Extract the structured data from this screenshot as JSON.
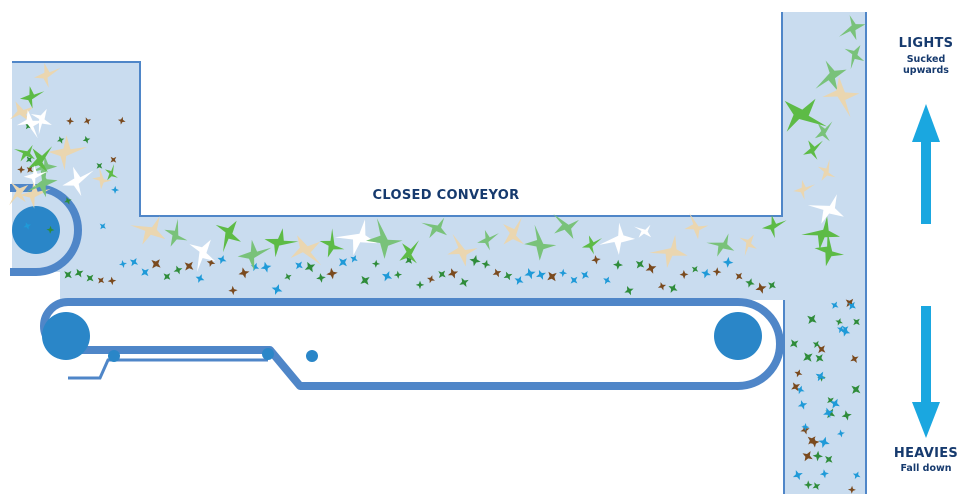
{
  "labels": {
    "conveyor": "CLOSED CONVEYOR",
    "lights_title": "LIGHTS",
    "lights_sub": "Sucked upwards",
    "heavies_title": "HEAVIES",
    "heavies_sub": "Fall down"
  },
  "colors": {
    "duct_fill": "#c9dcef",
    "duct_edge": "#4f86c8",
    "belt": "#4f86c8",
    "roller": "#2a86c8",
    "arrow": "#1aa7e0",
    "text": "#163a6e",
    "light_particles": [
      "#5dbb46",
      "#79c27a",
      "#ead6b0",
      "#ffffff"
    ],
    "heavy_particles": [
      "#2f8c3a",
      "#7a4a1e",
      "#1f9ad8"
    ]
  },
  "icons": {
    "lights_direction": "arrow-up-icon",
    "heavies_direction": "arrow-down-icon"
  }
}
